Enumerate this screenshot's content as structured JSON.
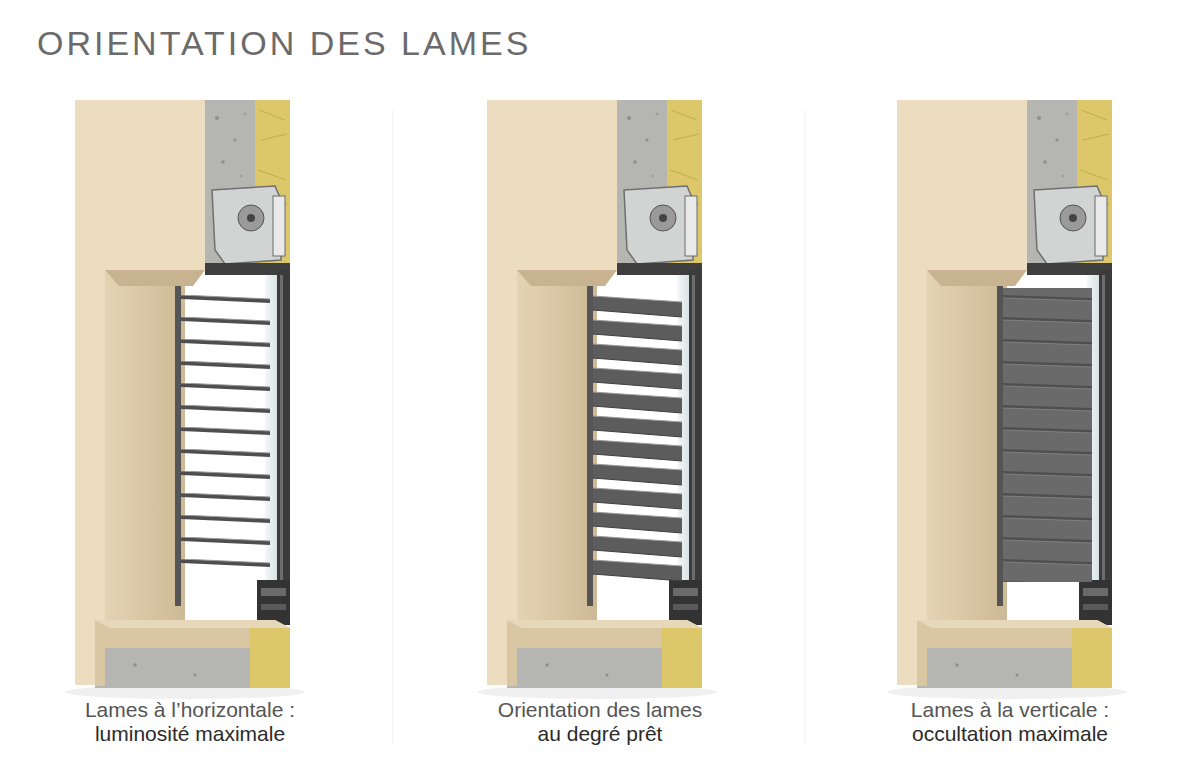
{
  "diagram": {
    "title": "ORIENTATION DES LAMES",
    "labels": [
      "Lames à l’horizontale :",
      "luminosité maximale",
      "Orientation des lames",
      "au degré prêt",
      "Lames à la verticale :",
      "occultation maximale"
    ]
  }
}
